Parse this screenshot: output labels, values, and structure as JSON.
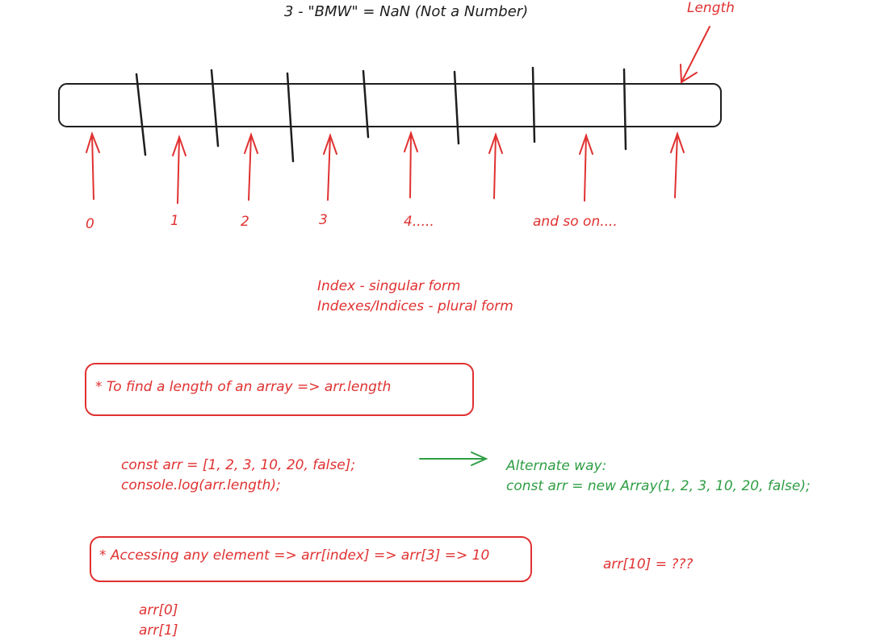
{
  "title": "3 - \"BMW\" = NaN (Not a Number)",
  "length_label": "Length",
  "index_labels": [
    "0",
    "1",
    "2",
    "3",
    "4.....",
    "and so on...."
  ],
  "index_note": {
    "line1": "Index - singular form",
    "line2": "Indexes/Indices - plural form"
  },
  "box_length": "* To find a length of an array => arr.length",
  "code_example": {
    "line1": "const arr = [1, 2, 3, 10, 20, false];",
    "line2": "console.log(arr.length);"
  },
  "alternate": {
    "line1": "Alternate way:",
    "line2": "const arr = new Array(1, 2, 3, 10, 20, false);"
  },
  "box_access": "* Accessing any element => arr[index] => arr[3] => 10",
  "out_of_range": "arr[10] = ???",
  "access_examples": {
    "line1": "arr[0]",
    "line2": "arr[1]"
  },
  "colors": {
    "ink": "#1e1e1e",
    "red": "#e03131",
    "green": "#2f9e44"
  }
}
